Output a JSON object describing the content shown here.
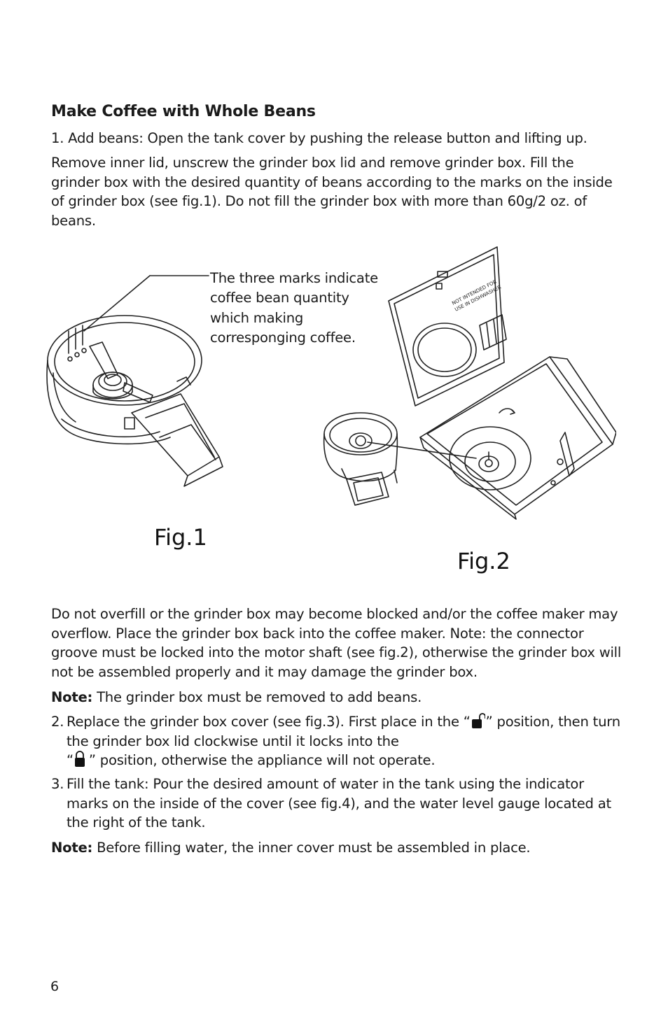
{
  "heading": "Make Coffee with Whole Beans",
  "step1_intro": "1. Add beans: Open the tank cover by pushing the release button and lifting up.",
  "step1_body": "Remove inner lid, unscrew the grinder box lid and remove grinder box. Fill the grinder box with the desired quantity of beans according to the marks on the inside of grinder box (see fig.1). Do not fill the grinder box with more than 60g/2 oz. of beans.",
  "figures": {
    "callout": "The three marks indicate coffee bean quantity which making corresponging coffee.",
    "fig1_label": "Fig.1",
    "fig2_label": "Fig.2",
    "lid_text_line1": "NOT INTENDED FOR",
    "lid_text_line2": "USE IN DISHWASHER"
  },
  "overfill_para": "Do not overfill or the grinder box may become blocked and/or the coffee maker may overflow. Place the grinder box back into the coffee maker. Note: the connector groove must be locked into the motor shaft (see fig.2), otherwise the grinder box will not be assembled properly and it may damage the grinder box.",
  "note1": {
    "label": "Note:",
    "text": " The grinder box must be removed to add beans."
  },
  "step2": {
    "num": "2.",
    "part1": " Replace the grinder box cover (see fig.3). First place in the “",
    "part2": "” position, then turn the grinder box lid clockwise until it locks into the",
    "part3": "“",
    "part4": "” position, otherwise the appliance will not operate."
  },
  "step3": {
    "num": "3.",
    "text": " Fill the tank: Pour the desired amount of water in the tank using the indicator marks on the inside of the cover (see fig.4), and the water level gauge located at the right of the tank."
  },
  "note2": {
    "label": "Note:",
    "text": " Before filling water, the inner cover must be assembled in place."
  },
  "page_number": "6",
  "icons": [
    "unlocked-padlock-icon",
    "locked-padlock-icon"
  ]
}
